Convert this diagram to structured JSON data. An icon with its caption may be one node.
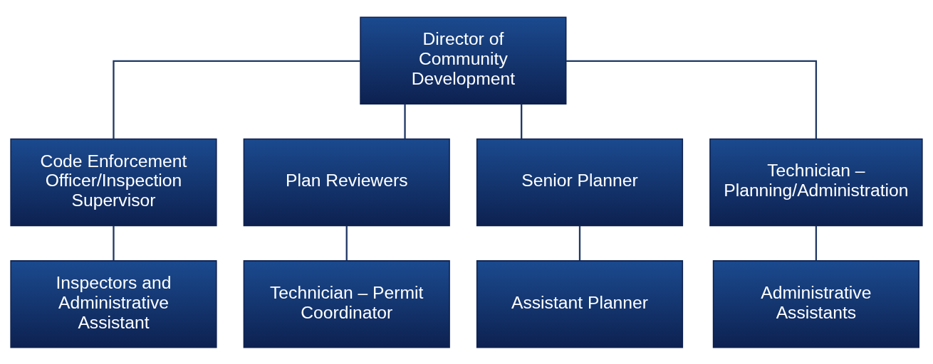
{
  "diagram": {
    "nodes": [
      {
        "text": [
          "Director of Community Development"
        ]
      },
      {
        "text": [
          "Code Enforcement Officer/Inspection Supervisor"
        ]
      },
      {
        "text": [
          "Plan Reviewers"
        ]
      },
      {
        "text": [
          "Senior Planner"
        ]
      },
      {
        "text": [
          "Technician – Planning/Administration"
        ]
      },
      {
        "text": [
          "Inspectors and Administrative Assistant"
        ]
      },
      {
        "text": [
          "Technician – Permit Coordinator"
        ]
      },
      {
        "text": [
          "Assistant Planner"
        ]
      },
      {
        "text": [
          "Administrative Assistants"
        ]
      }
    ],
    "edges": [
      {
        "from": 0,
        "to": 1,
        "arrow": "none"
      },
      {
        "from": 0,
        "to": 2,
        "arrow": "none"
      },
      {
        "from": 0,
        "to": 3,
        "arrow": "none"
      },
      {
        "from": 0,
        "to": 4,
        "arrow": "none"
      },
      {
        "from": 1,
        "to": 5,
        "arrow": "none"
      },
      {
        "from": 2,
        "to": 6,
        "arrow": "none"
      },
      {
        "from": 3,
        "to": 7,
        "arrow": "none"
      },
      {
        "from": 4,
        "to": 8,
        "arrow": "none"
      }
    ]
  }
}
